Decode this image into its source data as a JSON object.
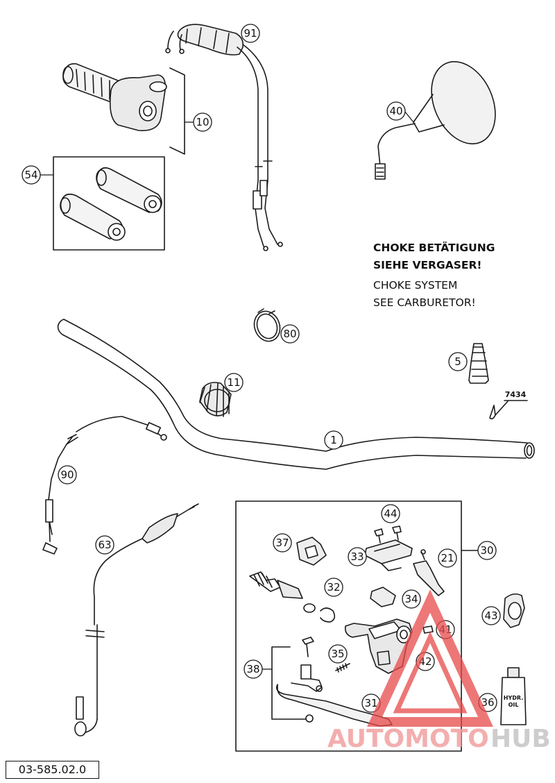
{
  "diagram": {
    "callouts": [
      "91",
      "10",
      "54",
      "40",
      "80",
      "5",
      "11",
      "1",
      "90",
      "63",
      "30",
      "44",
      "37",
      "33",
      "21",
      "32",
      "34",
      "43",
      "41",
      "35",
      "42",
      "38",
      "31",
      "36"
    ],
    "spec_label": "7434",
    "choke_note_de": [
      "CHOKE BETÄTIGUNG",
      "SIEHE VERGASER!"
    ],
    "choke_note_en": [
      "CHOKE SYSTEM",
      "SEE CARBURETOR!"
    ],
    "oil_label": [
      "HYDR.",
      "OIL"
    ],
    "document_code": "03-585.02.0"
  },
  "watermark": {
    "text_a": "AUTOMOTO",
    "text_b": "HUB",
    "colors": {
      "primary": "#f2a0a0",
      "secondary": "#c8c8c8",
      "triangle": "#e84a4a"
    }
  },
  "colors": {
    "line": "#1a1a1a",
    "callout_border": "#1a1a1a"
  }
}
